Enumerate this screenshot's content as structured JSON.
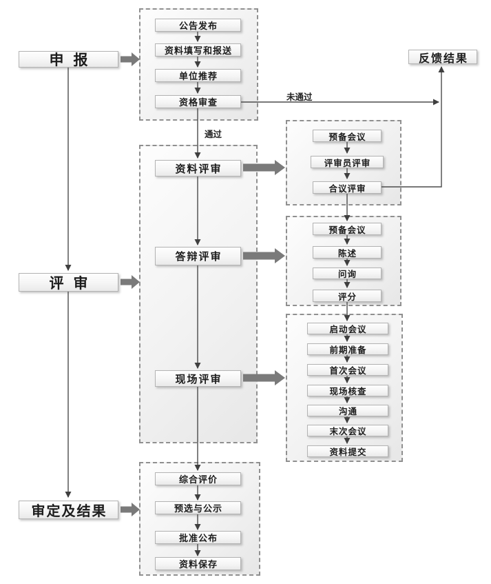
{
  "palette": {
    "line_color": "#4a4a4a",
    "block_arrow": "#7a7a7a",
    "dash_border": "#8f8f8f",
    "node_border": "#b3b3b3"
  },
  "hubs": [
    {
      "label": "申报"
    },
    {
      "label": "评审"
    },
    {
      "label": "审定及结果"
    }
  ],
  "feedback": {
    "label": "反馈结果"
  },
  "edge_labels": {
    "pass": "通过",
    "fail": "未通过"
  },
  "groups": {
    "application": {
      "steps": [
        "公告发布",
        "资料填写和报送",
        "单位推荐",
        "资格审查"
      ]
    },
    "review": {
      "steps": [
        "资料评审",
        "答辩评审",
        "现场评审"
      ]
    },
    "material_detail": {
      "steps": [
        "预备会议",
        "评审员评审",
        "合议评审"
      ]
    },
    "defense_detail": {
      "steps": [
        "预备会议",
        "陈述",
        "问询",
        "评分"
      ]
    },
    "site_detail": {
      "steps": [
        "启动会议",
        "前期准备",
        "首次会议",
        "现场核查",
        "沟通",
        "末次会议",
        "资料提交"
      ]
    },
    "final": {
      "steps": [
        "综合评价",
        "预选与公示",
        "批准公布",
        "资料保存"
      ]
    }
  }
}
